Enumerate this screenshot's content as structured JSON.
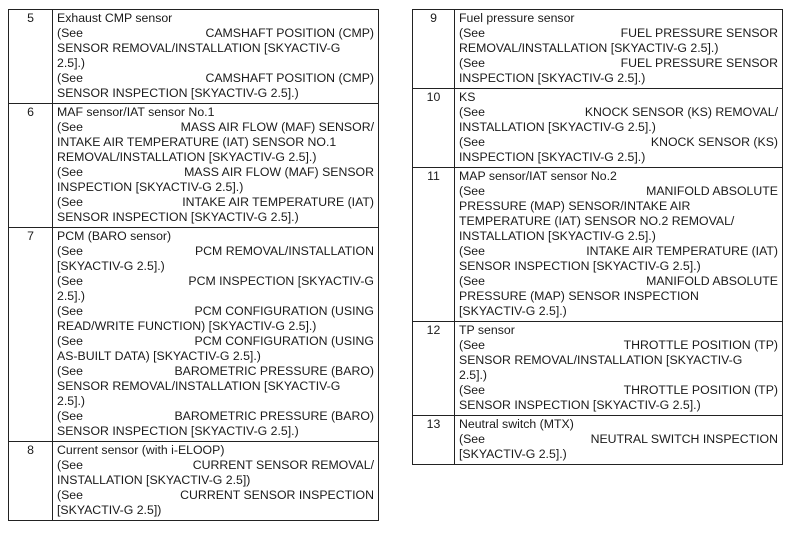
{
  "left": [
    {
      "num": "5",
      "title": "Exhaust CMP sensor",
      "refs": [
        [
          "CAMSHAFT POSITION (CMP)",
          "SENSOR REMOVAL/INSTALLATION [SKYACTIV-G",
          "2.5].)"
        ],
        [
          "CAMSHAFT POSITION (CMP)",
          "SENSOR INSPECTION [SKYACTIV-G 2.5].)"
        ]
      ]
    },
    {
      "num": "6",
      "title": "MAF sensor/IAT sensor No.1",
      "refs": [
        [
          "MASS AIR FLOW (MAF) SENSOR/",
          "INTAKE AIR TEMPERATURE (IAT) SENSOR NO.1",
          "REMOVAL/INSTALLATION [SKYACTIV-G 2.5].)"
        ],
        [
          "MASS AIR FLOW (MAF) SENSOR",
          "INSPECTION [SKYACTIV-G 2.5].)"
        ],
        [
          "INTAKE AIR TEMPERATURE (IAT)",
          "SENSOR INSPECTION [SKYACTIV-G 2.5].)"
        ]
      ]
    },
    {
      "num": "7",
      "title": "PCM (BARO sensor)",
      "refs": [
        [
          "PCM REMOVAL/INSTALLATION",
          "[SKYACTIV-G 2.5].)"
        ],
        [
          "PCM INSPECTION [SKYACTIV-G",
          "2.5].)"
        ],
        [
          "PCM CONFIGURATION (USING",
          "READ/WRITE FUNCTION) [SKYACTIV-G 2.5].)"
        ],
        [
          "PCM CONFIGURATION (USING",
          "AS-BUILT DATA) [SKYACTIV-G 2.5].)"
        ],
        [
          "BAROMETRIC PRESSURE (BARO)",
          "SENSOR REMOVAL/INSTALLATION [SKYACTIV-G",
          "2.5].)"
        ],
        [
          "BAROMETRIC PRESSURE (BARO)",
          "SENSOR INSPECTION [SKYACTIV-G 2.5].)"
        ]
      ]
    },
    {
      "num": "8",
      "title": "Current sensor (with i-ELOOP)",
      "refs": [
        [
          "CURRENT SENSOR REMOVAL/",
          "INSTALLATION [SKYACTIV-G 2.5])"
        ],
        [
          "CURRENT SENSOR INSPECTION",
          "[SKYACTIV-G 2.5])"
        ]
      ]
    }
  ],
  "right": [
    {
      "num": "9",
      "title": "Fuel pressure sensor",
      "refs": [
        [
          "FUEL PRESSURE SENSOR",
          "REMOVAL/INSTALLATION [SKYACTIV-G 2.5].)"
        ],
        [
          "FUEL PRESSURE SENSOR",
          "INSPECTION [SKYACTIV-G 2.5].)"
        ]
      ]
    },
    {
      "num": "10",
      "title": "KS",
      "refs": [
        [
          "KNOCK SENSOR (KS) REMOVAL/",
          "INSTALLATION [SKYACTIV-G 2.5].)"
        ],
        [
          "KNOCK SENSOR (KS)",
          "INSPECTION [SKYACTIV-G 2.5].)"
        ]
      ]
    },
    {
      "num": "11",
      "title": "MAP sensor/IAT sensor No.2",
      "refs": [
        [
          "MANIFOLD ABSOLUTE",
          "PRESSURE (MAP) SENSOR/INTAKE AIR",
          "TEMPERATURE (IAT) SENSOR NO.2 REMOVAL/",
          "INSTALLATION [SKYACTIV-G 2.5].)"
        ],
        [
          "INTAKE AIR TEMPERATURE (IAT)",
          "SENSOR INSPECTION [SKYACTIV-G 2.5].)"
        ],
        [
          "MANIFOLD ABSOLUTE",
          "PRESSURE (MAP) SENSOR INSPECTION",
          "[SKYACTIV-G 2.5].)"
        ]
      ]
    },
    {
      "num": "12",
      "title": "TP sensor",
      "refs": [
        [
          "THROTTLE POSITION (TP)",
          "SENSOR REMOVAL/INSTALLATION [SKYACTIV-G",
          "2.5].)"
        ],
        [
          "THROTTLE POSITION (TP)",
          "SENSOR INSPECTION [SKYACTIV-G 2.5].)"
        ]
      ]
    },
    {
      "num": "13",
      "title": "Neutral switch (MTX)",
      "refs": [
        [
          "NEUTRAL SWITCH INSPECTION",
          "[SKYACTIV-G 2.5].)"
        ]
      ]
    }
  ],
  "see_prefix": "(See"
}
